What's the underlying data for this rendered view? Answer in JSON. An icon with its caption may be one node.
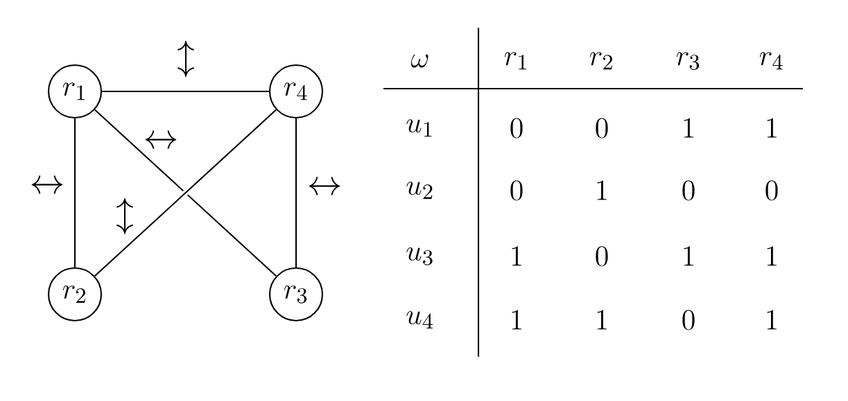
{
  "diagram": {
    "nodes": [
      {
        "text": [
          "r_1"
        ]
      },
      {
        "text": [
          "r_4"
        ]
      },
      {
        "text": [
          "r_2"
        ]
      },
      {
        "text": [
          "r_3"
        ]
      }
    ],
    "edges": [
      {
        "from": 0,
        "to": 1,
        "arrow": "none",
        "label": "\\updownarrow"
      },
      {
        "from": 0,
        "to": 2,
        "arrow": "none",
        "label": "\\leftrightarrow"
      },
      {
        "from": 1,
        "to": 3,
        "arrow": "none",
        "label": "\\leftrightarrow"
      },
      {
        "from": 0,
        "to": 3,
        "arrow": "none",
        "label": "\\leftrightarrow"
      },
      {
        "from": 1,
        "to": 2,
        "arrow": "none",
        "label": "\\updownarrow"
      }
    ],
    "labels": [
      "\\omega",
      "r_1",
      "r_2",
      "r_3",
      "r_4",
      "u_1",
      "0",
      "0",
      "1",
      "1",
      "u_2",
      "0",
      "1",
      "0",
      "0",
      "u_3",
      "1",
      "0",
      "1",
      "1",
      "u_4",
      "1",
      "1",
      "0",
      "1"
    ]
  }
}
